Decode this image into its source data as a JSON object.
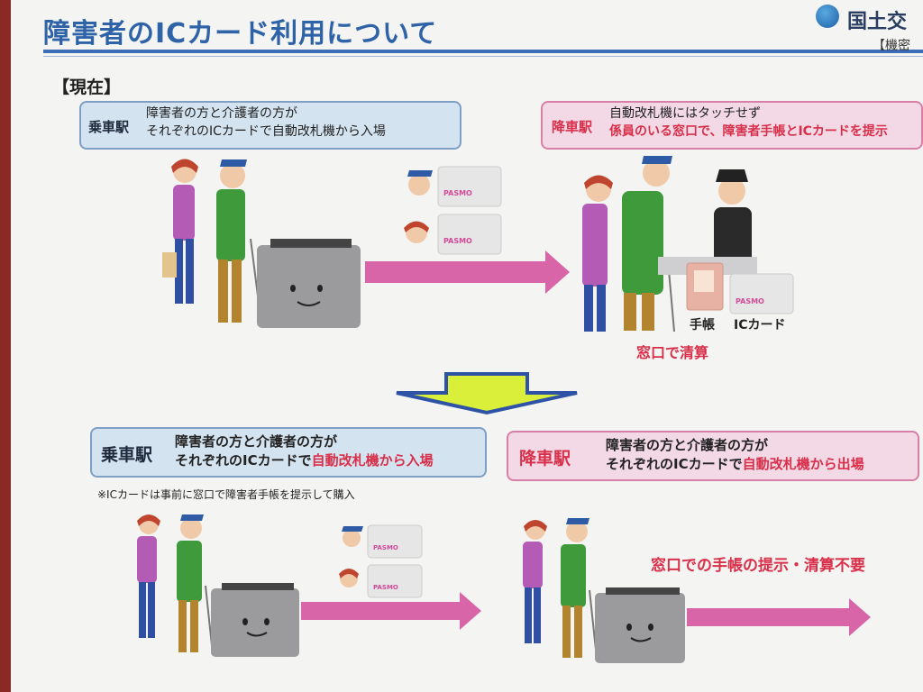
{
  "header": {
    "title": "障害者のICカード利用について",
    "ministry": "国土交",
    "confidential": "【機密"
  },
  "current_label": "【現在】",
  "current": {
    "boarding": {
      "label": "乗車駅",
      "line1": "障害者の方と介護者の方が",
      "line2": "それぞれのICカードで自動改札機から入場"
    },
    "alighting": {
      "label": "降車駅",
      "line1": "自動改札機にはタッチせず",
      "line2": "係員のいる窓口で、障害者手帳とICカードを提示"
    },
    "labels": {
      "techo": "手帳",
      "ic_card": "ICカード",
      "settlement": "窓口で清算"
    }
  },
  "future": {
    "boarding": {
      "label": "乗車駅",
      "line1": "障害者の方と介護者の方が",
      "line2_plain": "それぞれのICカードで",
      "line2_red": "自動改札機から入場"
    },
    "alighting": {
      "label": "降車駅",
      "line1": "障害者の方と介護者の方が",
      "line2_plain": "それぞれのICカードで",
      "line2_red": "自動改札機から出場"
    },
    "note": "※ICカードは事前に窓口で障害者手帳を提示して購入",
    "no_need": "窓口での手帳の提示・清算不要"
  },
  "card_text": {
    "brand": "PASMO",
    "mini": "PASMO"
  },
  "colors": {
    "title_blue": "#2f63a8",
    "accent_red": "#d8304a",
    "arrow_pink": "#d14b9a",
    "down_arrow": "#d9ef3a"
  }
}
